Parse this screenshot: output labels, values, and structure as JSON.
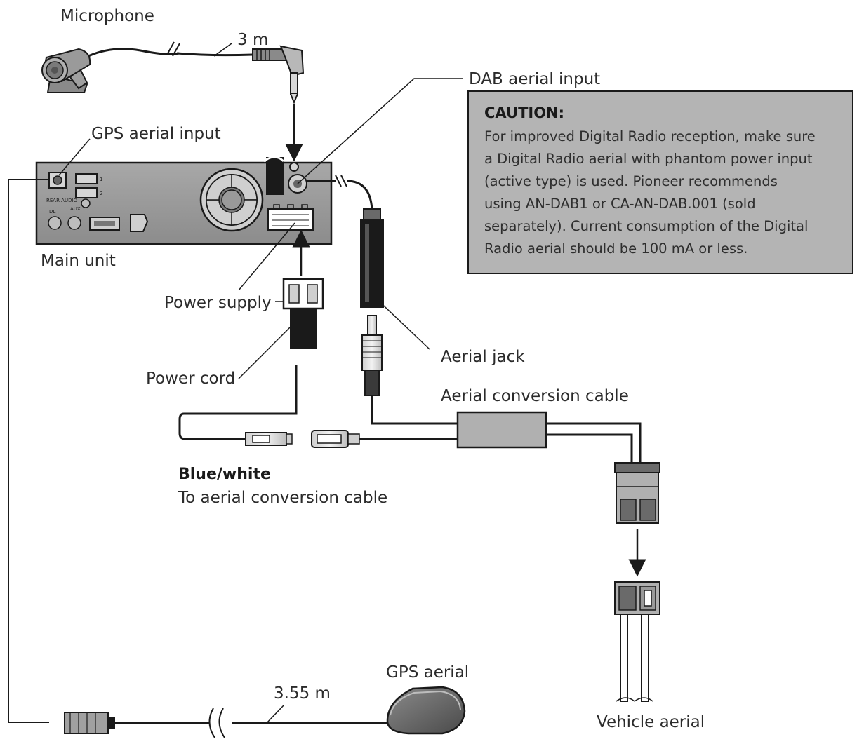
{
  "labels": {
    "microphone": "Microphone",
    "mic_length": "3 m",
    "dab_input": "DAB aerial input",
    "gps_input": "GPS aerial input",
    "main_unit": "Main unit",
    "power_supply": "Power supply",
    "power_cord": "Power cord",
    "aerial_jack": "Aerial jack",
    "aerial_conversion_cable": "Aerial conversion cable",
    "blue_white": "Blue/white",
    "to_aerial_conversion": "To aerial conversion cable",
    "gps_aerial": "GPS aerial",
    "gps_length": "3.55 m",
    "vehicle_aerial": "Vehicle aerial"
  },
  "caution": {
    "title": "CAUTION:",
    "lines": [
      "For improved Digital Radio reception, make sure",
      "a Digital Radio aerial with phantom power input",
      "(active type) is used. Pioneer recommends",
      "using AN-DAB1 or CA-AN-DAB.001 (sold",
      "separately). Current consumption of the Digital",
      "Radio aerial should be 100 mA or less."
    ]
  },
  "unit_markings": {
    "usb1": "1",
    "usb2": "2",
    "rear_audio": "REAR AUDIO",
    "aux": "AUX",
    "dli": "DL I"
  },
  "colors": {
    "unit_body": "#9a9a9a",
    "caution_box": "#b4b4b4",
    "cable": "#1a1a1a",
    "text": "#2b2b2b"
  }
}
